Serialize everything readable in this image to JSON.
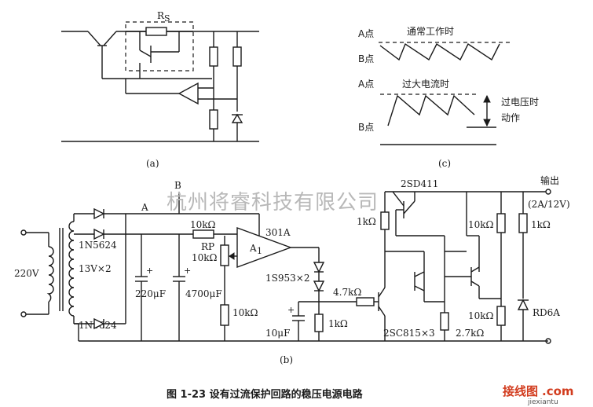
{
  "diagram_a": {
    "label_rs": "R",
    "label_rs_sub": "S",
    "caption": "(a)"
  },
  "diagram_c": {
    "label_a1": "A点",
    "label_b1": "B点",
    "label_normal": "通常工作时",
    "label_a2": "A点",
    "label_b2": "B点",
    "label_overcurrent": "过大电流时",
    "label_overvoltage_1": "过电压时",
    "label_overvoltage_2": "动作",
    "caption": "(c)"
  },
  "diagram_b": {
    "label_b": "B",
    "label_a": "A",
    "label_220v": "220V",
    "label_diode_top": "1N5624",
    "label_secondary": "13V×2",
    "label_diode_bottom": "1N5624",
    "label_cap1": "220μF",
    "label_cap2": "4700μF",
    "label_r_top": "10kΩ",
    "label_rp": "RP",
    "label_rp_val": "10kΩ",
    "label_r_bottom": "10kΩ",
    "label_opamp": "A",
    "label_opamp_sub": "1",
    "label_opamp_part": "301A",
    "label_diodes": "1S953×2",
    "label_r47": "4.7kΩ",
    "label_cap10": "10μF",
    "label_r1k_low": "1kΩ",
    "label_transistor_top": "2SD411",
    "label_r1k_top": "1kΩ",
    "label_r10k_right": "10kΩ",
    "label_r10k_right2": "10kΩ",
    "label_r1k_out": "1kΩ",
    "label_out": "输出",
    "label_out_spec": "(2A/12V)",
    "label_transistors": "2SC815×3",
    "label_r27": "2.7kΩ",
    "label_zener": "RD6A",
    "caption": "(b)"
  },
  "figure_caption": "图 1-23   设有过流保护回路的稳压电源电路",
  "watermark": "杭州将睿科技有限公司",
  "logo_text": "接线图",
  "logo_suffix": ".com",
  "logo_sub": "jiexiantu"
}
